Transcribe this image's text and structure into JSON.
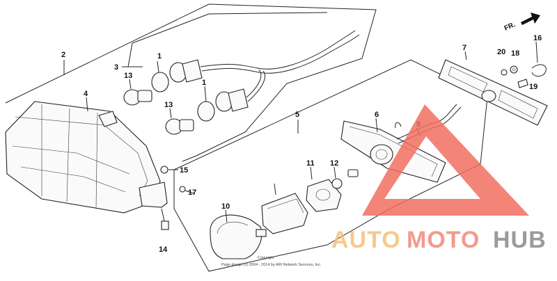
{
  "diagram": {
    "direction_label": "FR.",
    "copyright_line1": "Copyright",
    "copyright_line2": "Page design (c) 2004 - 2014 by ARI Network Services, Inc.",
    "callouts": [
      {
        "id": "callout-1a",
        "label": "1"
      },
      {
        "id": "callout-1b",
        "label": "1"
      },
      {
        "id": "callout-2",
        "label": "2"
      },
      {
        "id": "callout-3",
        "label": "3"
      },
      {
        "id": "callout-4",
        "label": "4"
      },
      {
        "id": "callout-5",
        "label": "5"
      },
      {
        "id": "callout-6",
        "label": "6"
      },
      {
        "id": "callout-7",
        "label": "7"
      },
      {
        "id": "callout-9",
        "label": "9"
      },
      {
        "id": "callout-10",
        "label": "10"
      },
      {
        "id": "callout-11",
        "label": "11"
      },
      {
        "id": "callout-12",
        "label": "12"
      },
      {
        "id": "callout-13a",
        "label": "13"
      },
      {
        "id": "callout-13b",
        "label": "13"
      },
      {
        "id": "callout-14",
        "label": "14"
      },
      {
        "id": "callout-15",
        "label": "15"
      },
      {
        "id": "callout-16",
        "label": "16"
      },
      {
        "id": "callout-17",
        "label": "17"
      },
      {
        "id": "callout-18",
        "label": "18"
      },
      {
        "id": "callout-19",
        "label": "19"
      },
      {
        "id": "callout-20",
        "label": "20"
      }
    ]
  },
  "watermark": {
    "word1": "AUTO",
    "word2": "MOTO",
    "word3": "HUB",
    "color_auto": "#f5c07a",
    "color_moto": "#f08a78",
    "color_hub": "#8a8a8a",
    "triangle_color": "#f07060"
  }
}
